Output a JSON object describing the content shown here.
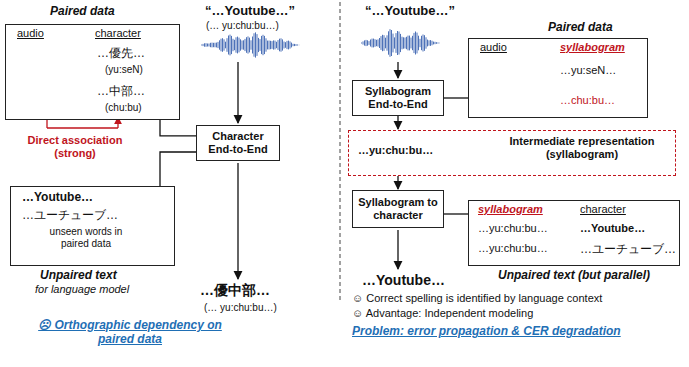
{
  "diagram": {
    "nodes": [
      {
        "text": [
          "Paired data",
          "audio",
          "character",
          "…優先…",
          "(yu:seN)",
          "…中部…",
          "(chu:bu)"
        ]
      },
      {
        "text": [
          "Character End-to-End"
        ]
      },
      {
        "text": [
          "…Youtube…",
          "…ユーチューブ…",
          "unseen words in paired data",
          "Unpaired text",
          "for language model"
        ]
      },
      {
        "text": [
          "Syllabogram End-to-End"
        ]
      },
      {
        "text": [
          "Paired data",
          "audio",
          "syllabogram",
          "…yu:seN…",
          "…chu:bu…"
        ]
      },
      {
        "text": [
          "…yu:chu:bu…",
          "Intermediate representation (syllabogram)"
        ]
      },
      {
        "text": [
          "Syllabogram to character"
        ]
      },
      {
        "text": [
          "syllabogram",
          "character",
          "…yu:chu:bu…",
          "…Youtube…",
          "…yu:chu:bu…",
          "…ユーチューブ…",
          "Unpaired text (but parallel)"
        ]
      }
    ],
    "edges": [
      {
        "from": 0,
        "to": 1,
        "arrow": "none"
      },
      {
        "from": 2,
        "to": 1,
        "arrow": "none"
      },
      {
        "from": 4,
        "to": 3,
        "arrow": "none"
      },
      {
        "from": 3,
        "to": 5,
        "arrow": "to"
      },
      {
        "from": 5,
        "to": 6,
        "arrow": "to"
      },
      {
        "from": 7,
        "to": 6,
        "arrow": "none"
      }
    ],
    "labels": [
      "“…Youtube…”",
      "(… yu:chu:bu…)",
      "Direct association (strong)",
      "…優中部…",
      "(… yu:chu:bu…)",
      "☹ Orthographic dependency on paired data",
      "“…Youtube…”",
      "…Youtube…",
      "☺ Correct spelling is identified by language context",
      "☺ Advantage: Independent modeling",
      "Problem: error propagation & CER degradation"
    ]
  }
}
